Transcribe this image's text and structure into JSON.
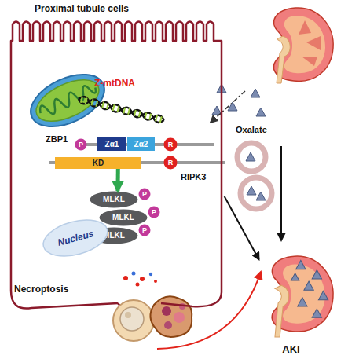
{
  "diagram": {
    "nodes": [
      {
        "text": [
          "Proximal tubule cells"
        ]
      },
      {
        "text": [
          "P"
        ],
        "in": 0
      },
      {
        "text": [
          "Zα1"
        ],
        "in": 0
      },
      {
        "text": [
          "Zα2"
        ],
        "in": 0
      },
      {
        "text": [
          "R"
        ],
        "in": 0
      },
      {
        "text": [
          "KD"
        ],
        "in": 0
      },
      {
        "text": [
          "R"
        ],
        "in": 0
      },
      {
        "text": [
          "MLKL"
        ],
        "in": 0
      },
      {
        "text": [
          "P"
        ],
        "in": 0
      },
      {
        "text": [
          "MLKL"
        ],
        "in": 0
      },
      {
        "text": [
          "P"
        ],
        "in": 0
      },
      {
        "text": [
          "MLKL"
        ],
        "in": 0
      },
      {
        "text": [
          "P"
        ],
        "in": 0
      },
      {
        "text": [
          "Nucleus"
        ],
        "in": 0
      },
      {
        "text": [
          "AKI"
        ]
      }
    ],
    "edges": [
      {
        "from": 5,
        "to": 7,
        "arrow": "to"
      },
      {
        "from": 0,
        "to": 14,
        "arrow": "to"
      }
    ],
    "labels": [
      "Z-mtDNA",
      "ZBP1",
      "RIPK3",
      "Oxalate",
      "Necroptosis"
    ]
  }
}
